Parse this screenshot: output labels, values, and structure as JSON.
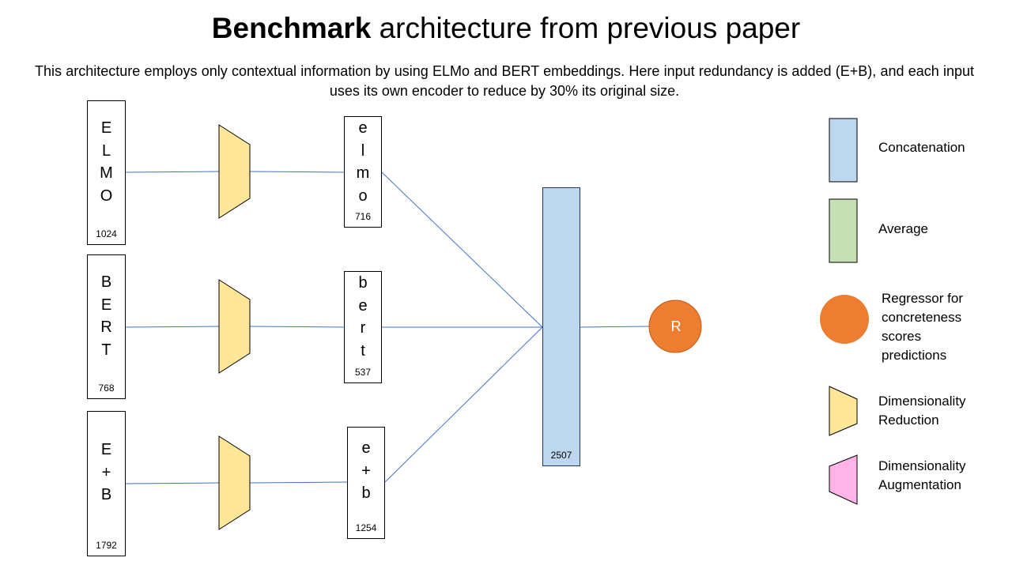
{
  "title": {
    "bold": "Benchmark",
    "rest": " architecture from previous paper"
  },
  "subtitle": "This architecture employs only contextual information by using ELMo and BERT embeddings. Here input redundancy is added (E+B), and each input uses its own encoder to reduce by 30% its original size.",
  "inputs": [
    {
      "label": "E\nL\nM\nO",
      "size": "1024"
    },
    {
      "label": "B\nE\nR\nT",
      "size": "768"
    },
    {
      "label": "E\n+\nB",
      "size": "1792"
    }
  ],
  "encoded": [
    {
      "label": "e\nl\nm\no",
      "size": "716"
    },
    {
      "label": "b\ne\nr\nt",
      "size": "537"
    },
    {
      "label": "e\n+\nb",
      "size": "1254"
    }
  ],
  "concat": {
    "size": "2507"
  },
  "regressor": {
    "label": "R"
  },
  "legend": {
    "concatenation": "Concatenation",
    "average": "Average",
    "regressor": "Regressor for\nconcreteness\nscores\npredictions",
    "reduction": "Dimensionality\nReduction",
    "augmentation": "Dimensionality\nAugmentation"
  },
  "colors": {
    "concat_fill": "#bdd7ee",
    "average_fill": "#c5e0b4",
    "regressor_fill": "#ed7d31",
    "reduction_fill": "#ffe699",
    "augmentation_fill": "#ffb3e6",
    "connector": "#4472c4"
  }
}
